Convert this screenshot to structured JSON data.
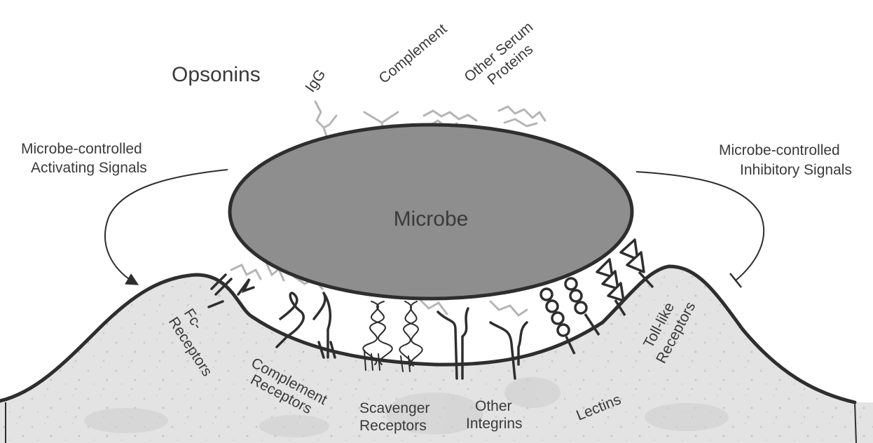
{
  "opsonins": {
    "title": "Opsonins",
    "igg": "IgG",
    "complement": "Complement",
    "other_serum_line1": "Other Serum",
    "other_serum_line2": "Proteins"
  },
  "microbe": {
    "label": "Microbe"
  },
  "signals": {
    "activating_line1": "Microbe-controlled",
    "activating_line2": "Activating Signals",
    "inhibitory_line1": "Microbe-controlled",
    "inhibitory_line2": "Inhibitory Signals"
  },
  "receptors": {
    "fc_line1": "Fc-",
    "fc_line2": "Receptors",
    "complement_line1": "Complement",
    "complement_line2": "Receptors",
    "scavenger_line1": "Scavenger",
    "scavenger_line2": "Receptors",
    "integrins_line1": "Other",
    "integrins_line2": "Integrins",
    "lectins": "Lectins",
    "toll_line1": "Toll-like",
    "toll_line2": "Receptors"
  },
  "colors": {
    "microbe_fill": "#8e8e8e",
    "cell_fill": "#e2e2e2",
    "outline": "#2e2e2e",
    "opsonin_stroke": "#b5b5b5"
  }
}
